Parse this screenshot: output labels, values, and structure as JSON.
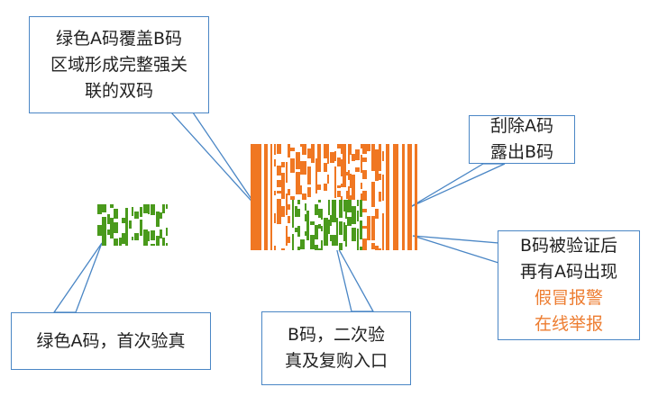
{
  "colors": {
    "orange": "#f07722",
    "green": "#4a9a1c",
    "callout_border": "#4a86c5",
    "alert_text": "#ed7d31"
  },
  "callouts": {
    "overlay": {
      "lines": [
        "绿色A码覆盖B码",
        "区域形成完整强关",
        "联的双码"
      ]
    },
    "scratch": {
      "lines": [
        "刮除A码",
        "露出B码"
      ]
    },
    "fake_alert": {
      "lines": [
        "B码被验证后",
        "再有A码出现"
      ],
      "alert_lines": [
        "假冒报警",
        "在线举报"
      ]
    },
    "code_a": {
      "lines": [
        "绿色A码，首次验真"
      ]
    },
    "code_b": {
      "lines": [
        "B码，二次验",
        "真及复购入口"
      ]
    }
  }
}
